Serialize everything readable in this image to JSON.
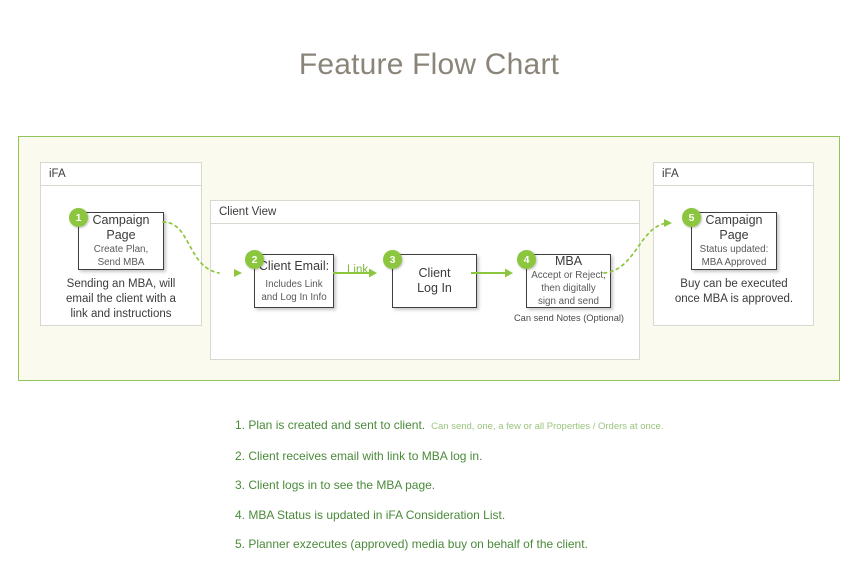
{
  "page": {
    "title": "Feature Flow Chart",
    "accent_green": "#8cc63e",
    "container_border": "#8fc55a",
    "container_fill": "#fafaef",
    "title_color": "#8a8479"
  },
  "flow": {
    "panels": {
      "ifa_left": {
        "header": "iFA"
      },
      "client_view": {
        "header": "Client View"
      },
      "ifa_right": {
        "header": "iFA"
      }
    },
    "nodes": [
      {
        "badge": "1",
        "title_line1": "Campaign",
        "title_line2": "Page",
        "sub_line1": "Create Plan,",
        "sub_line2": "Send MBA",
        "caption_line1": "Sending an MBA, will",
        "caption_line2": "email the client with a",
        "caption_line3": "link and instructions"
      },
      {
        "badge": "2",
        "title_line1": "Client Email:",
        "sub_line1": "Includes Link",
        "sub_line2": "and Log In Info"
      },
      {
        "badge": "3",
        "title_line1": "Client",
        "title_line2": "Log In"
      },
      {
        "badge": "4",
        "title_line1": "MBA",
        "sub_line1": "Accept or Reject,",
        "sub_line2": "then digitally",
        "sub_line3": "sign and send",
        "caption_small": "Can send Notes (Optional)"
      },
      {
        "badge": "5",
        "title_line1": "Campaign",
        "title_line2": "Page",
        "sub_line1": "Status updated:",
        "sub_line2": "MBA Approved",
        "caption_line1": "Buy can be executed",
        "caption_line2": "once MBA is approved."
      }
    ],
    "arrow_labels": {
      "link": "Link"
    }
  },
  "steps": [
    {
      "text": "1. Plan is created and sent to client.",
      "note": "Can send, one, a few or all Properties / Orders at once."
    },
    {
      "text": "2. Client receives email with link to MBA log in.",
      "note": ""
    },
    {
      "text": "3. Client logs in to see the MBA page.",
      "note": ""
    },
    {
      "text": "4. MBA Status is updated in iFA Consideration List.",
      "note": ""
    },
    {
      "text": "5. Planner exzecutes (approved) media buy on behalf of the client.",
      "note": ""
    }
  ]
}
